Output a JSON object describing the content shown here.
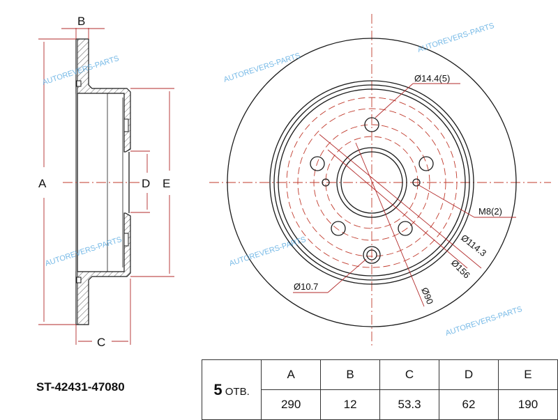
{
  "part_number": "ST-42431-47080",
  "watermark": "AUTOREVERS-PARTS",
  "side_view": {
    "labels": {
      "a": "A",
      "b": "B",
      "c": "C",
      "d": "D",
      "e": "E"
    }
  },
  "front_view": {
    "callouts": {
      "bolt_hole": "Ø14.4(5)",
      "thread": "M8(2)",
      "pcd": "Ø114.3",
      "hat": "Ø156",
      "center": "Ø90",
      "small_hole": "Ø10.7"
    }
  },
  "table": {
    "holes_count": "5",
    "holes_label": "ОТВ.",
    "headers": [
      "A",
      "B",
      "C",
      "D",
      "E"
    ],
    "values": [
      "290",
      "12",
      "53.3",
      "62",
      "190"
    ]
  },
  "colors": {
    "dimension": "#b22a2a",
    "outline": "#1a1a1a",
    "watermark": "#4aa3df"
  }
}
